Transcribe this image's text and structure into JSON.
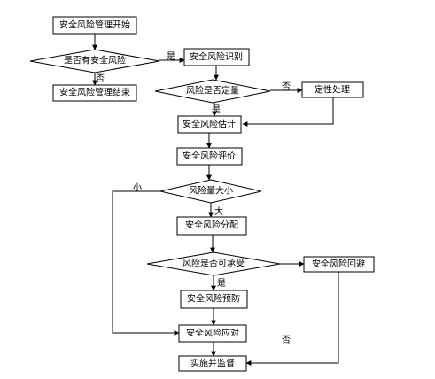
{
  "nodes": {
    "start": "安全风险管理开始",
    "has_risk": "是否有安全风险",
    "end": "安全风险管理结束",
    "identify": "安全风险识别",
    "quantify_q": "风险是否定量",
    "qualitative": "定性处理",
    "estimate": "安全风险估计",
    "evaluate": "安全风险评价",
    "magnitude_q": "风险量大小",
    "allocate": "安全风险分配",
    "acceptable_q": "风险是否可承受",
    "avoid": "安全风险回避",
    "prevent": "安全风险预防",
    "respond": "安全风险应对",
    "implement": "实施并监督"
  },
  "labels": {
    "yes": "是",
    "no": "否",
    "small": "小",
    "large": "大"
  }
}
